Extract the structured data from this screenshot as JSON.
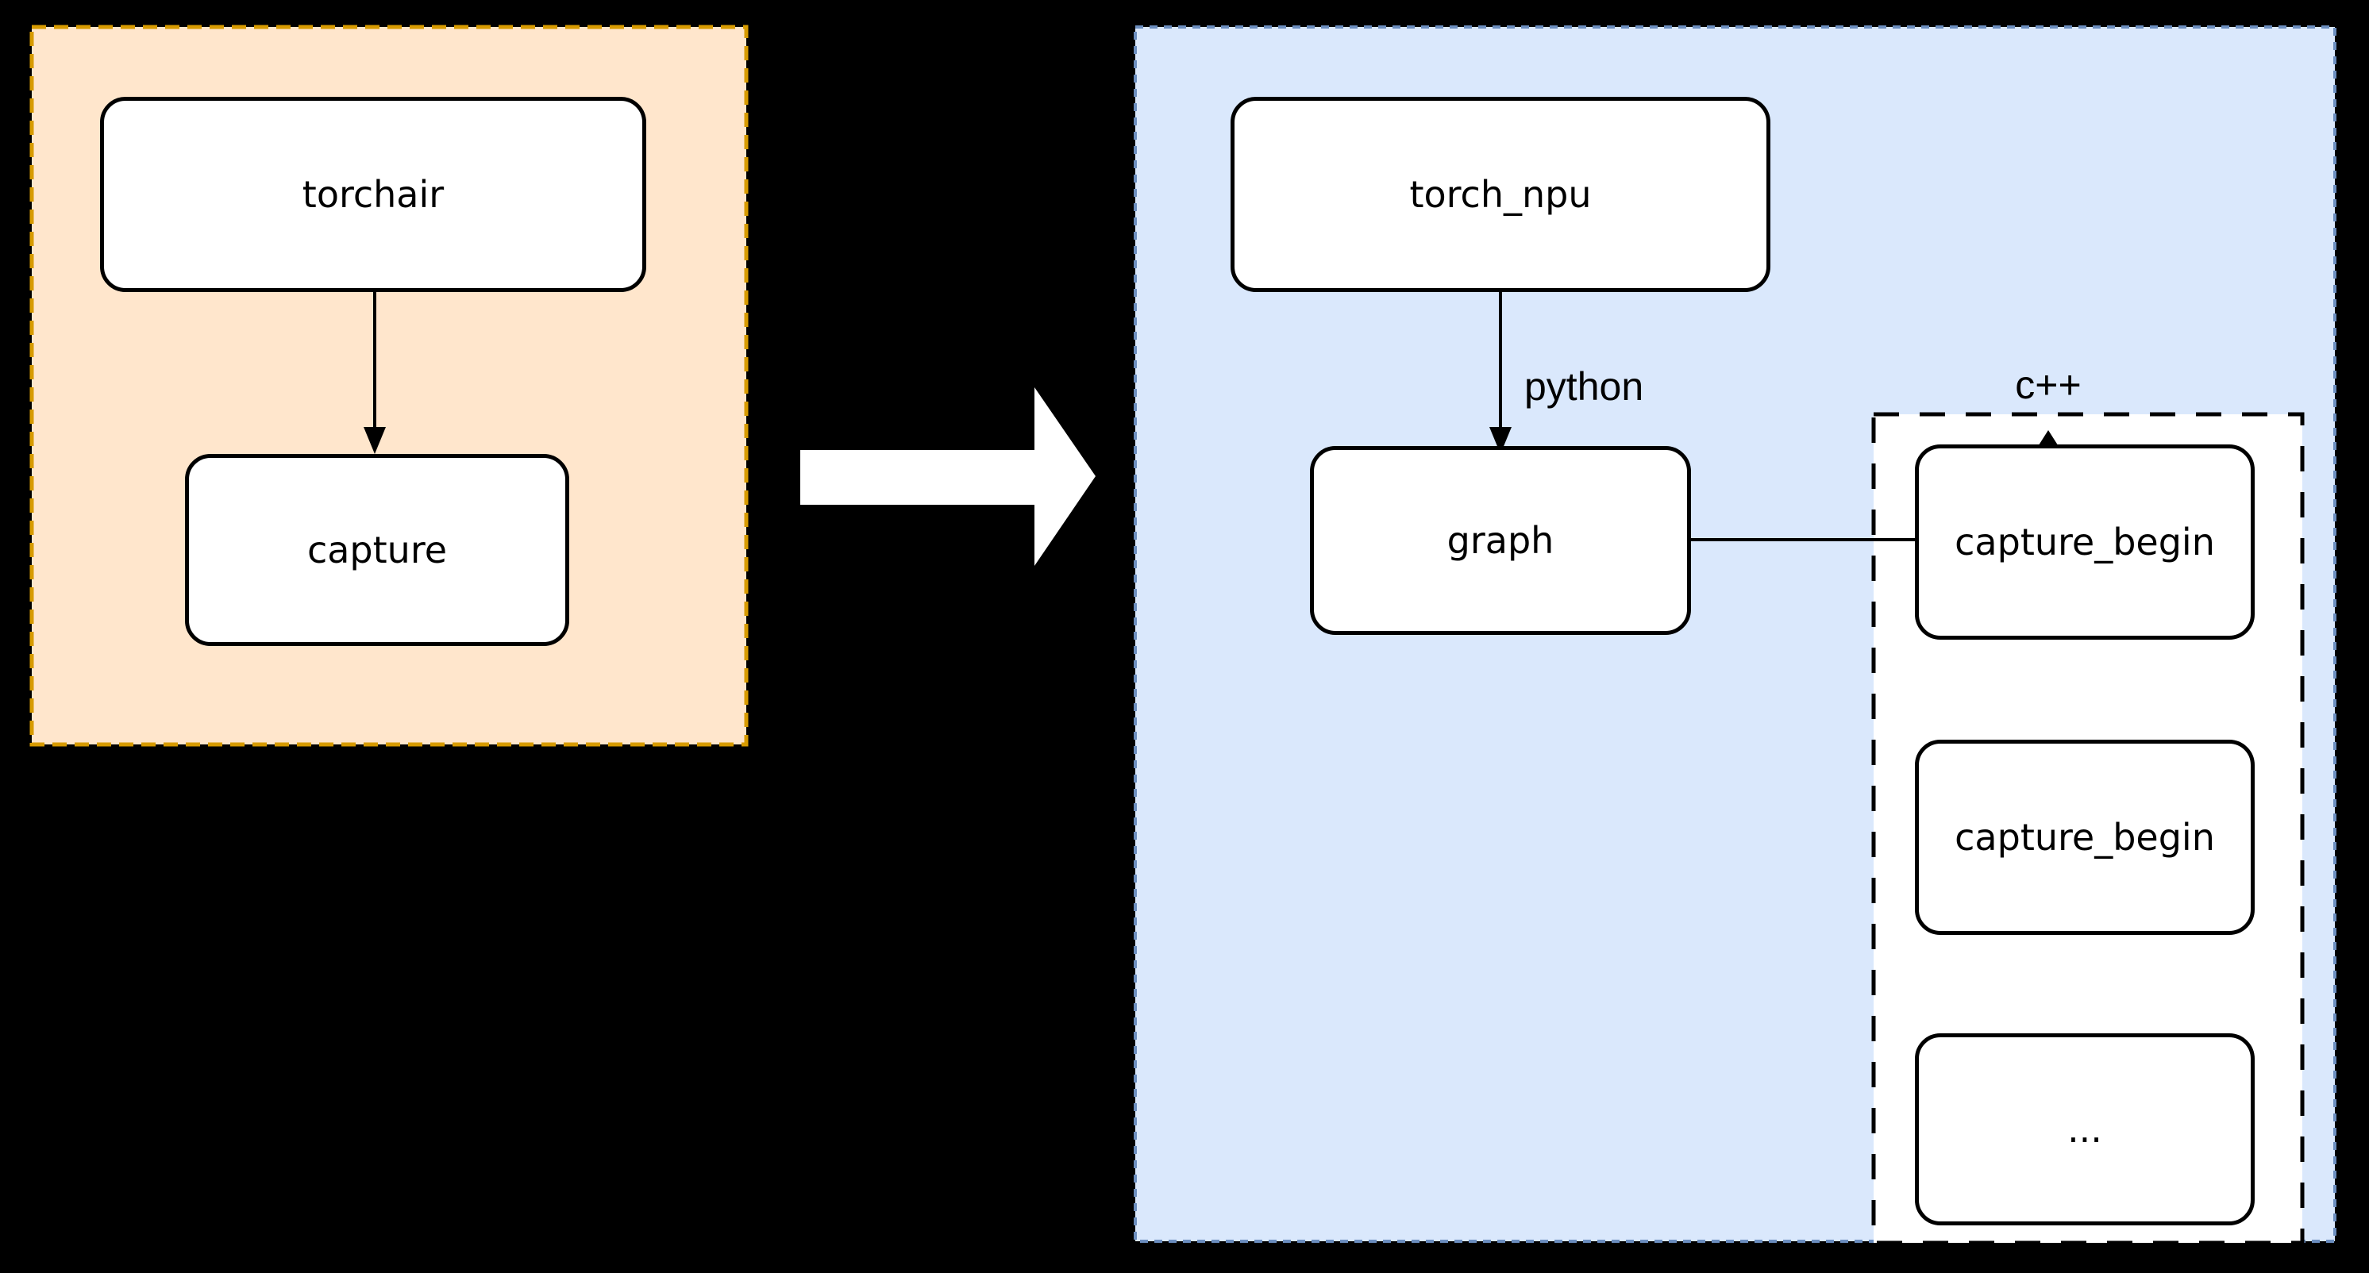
{
  "colors": {
    "background": "#000000",
    "panel_orange_fill": "#FFE6CC",
    "panel_orange_border": "#D79B00",
    "panel_blue_fill": "#DAE8FC",
    "panel_blue_border": "#6C8EBF",
    "node_fill": "#FFFFFF",
    "node_border": "#000000",
    "edge_color": "#000000",
    "flow_arrow_fill": "#FFFFFF"
  },
  "diagram": {
    "left_panel": {
      "nodes": [
        {
          "label": "torchair"
        },
        {
          "label": "capture"
        }
      ]
    },
    "right_panel": {
      "nodes": [
        {
          "label": "torch_npu"
        },
        {
          "label": "graph"
        }
      ],
      "python_edge_label": "python",
      "cpp_group": {
        "label": "c++",
        "nodes": [
          {
            "label": "capture_begin"
          },
          {
            "label": "capture_begin"
          },
          {
            "label": "..."
          }
        ]
      }
    }
  }
}
